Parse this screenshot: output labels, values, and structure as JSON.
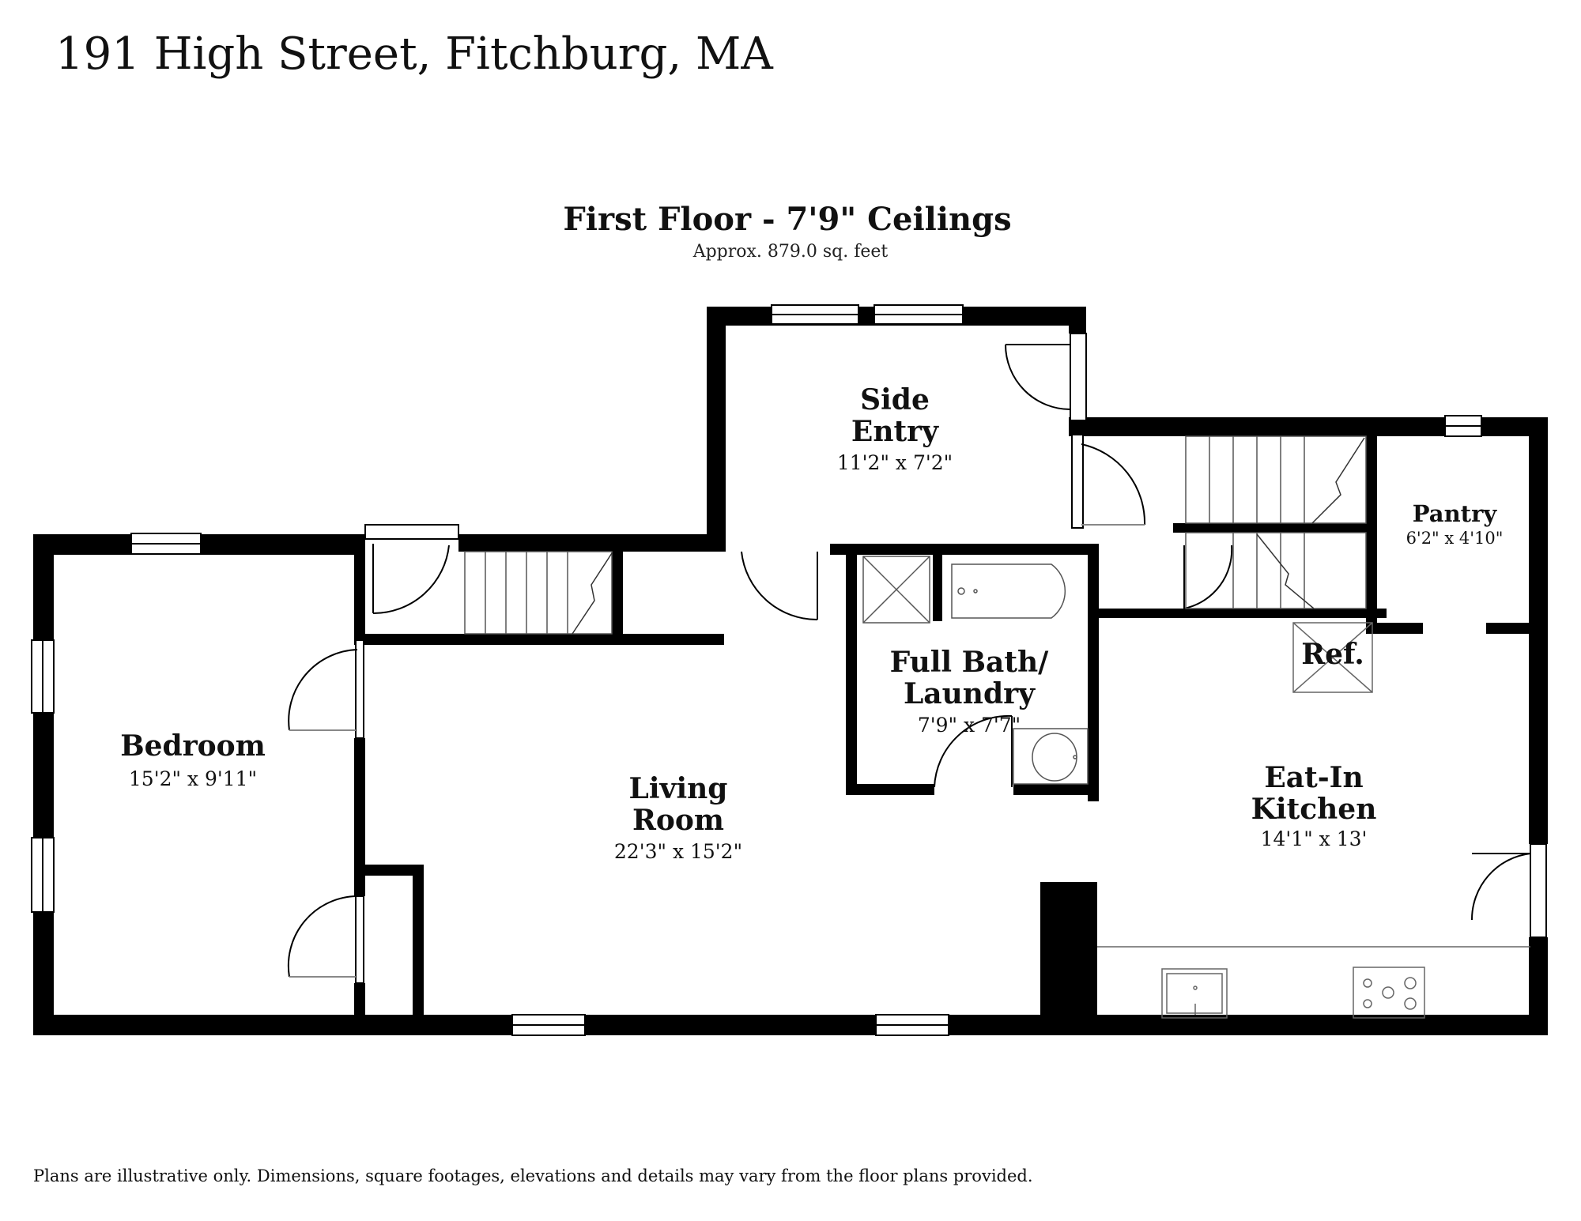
{
  "address": "191 High Street, Fitchburg, MA",
  "floor": {
    "title": "First Floor - 7'9\" Ceilings",
    "area": "Approx. 879.0 sq. feet"
  },
  "rooms": {
    "bedroom": {
      "name": "Bedroom",
      "dims": "15'2\" x 9'11\""
    },
    "living_room": {
      "name_line1": "Living",
      "name_line2": "Room",
      "dims": "22'3\" x 15'2\""
    },
    "side_entry": {
      "name_line1": "Side",
      "name_line2": "Entry",
      "dims": "11'2\" x 7'2\""
    },
    "full_bath": {
      "name_line1": "Full Bath/",
      "name_line2": "Laundry",
      "dims": "7'9\" x 7'7\""
    },
    "kitchen": {
      "name_line1": "Eat-In",
      "name_line2": "Kitchen",
      "dims": "14'1\" x 13'"
    },
    "pantry": {
      "name": "Pantry",
      "dims": "6'2\" x 4'10\""
    },
    "refrigerator": {
      "label": "Ref."
    }
  },
  "disclaimer": "Plans are illustrative only. Dimensions, square footages, elevations and details may vary from the floor plans provided.",
  "colors": {
    "wall": "#000000",
    "fixture": "#666666",
    "background": "#ffffff"
  }
}
